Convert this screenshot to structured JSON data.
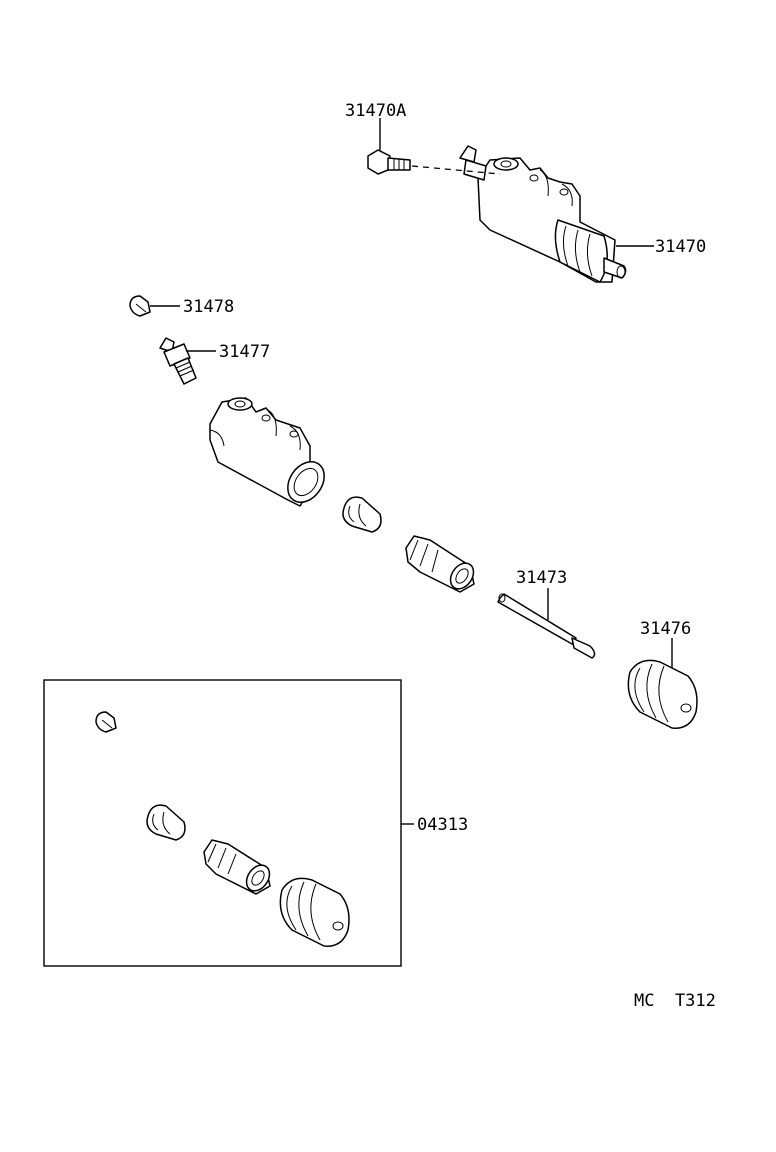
{
  "labels": {
    "p31470A": "31470A",
    "p31470": "31470",
    "p31478": "31478",
    "p31477": "31477",
    "p31473": "31473",
    "p31476": "31476",
    "p04313": "04313"
  },
  "code": "MC  T312"
}
